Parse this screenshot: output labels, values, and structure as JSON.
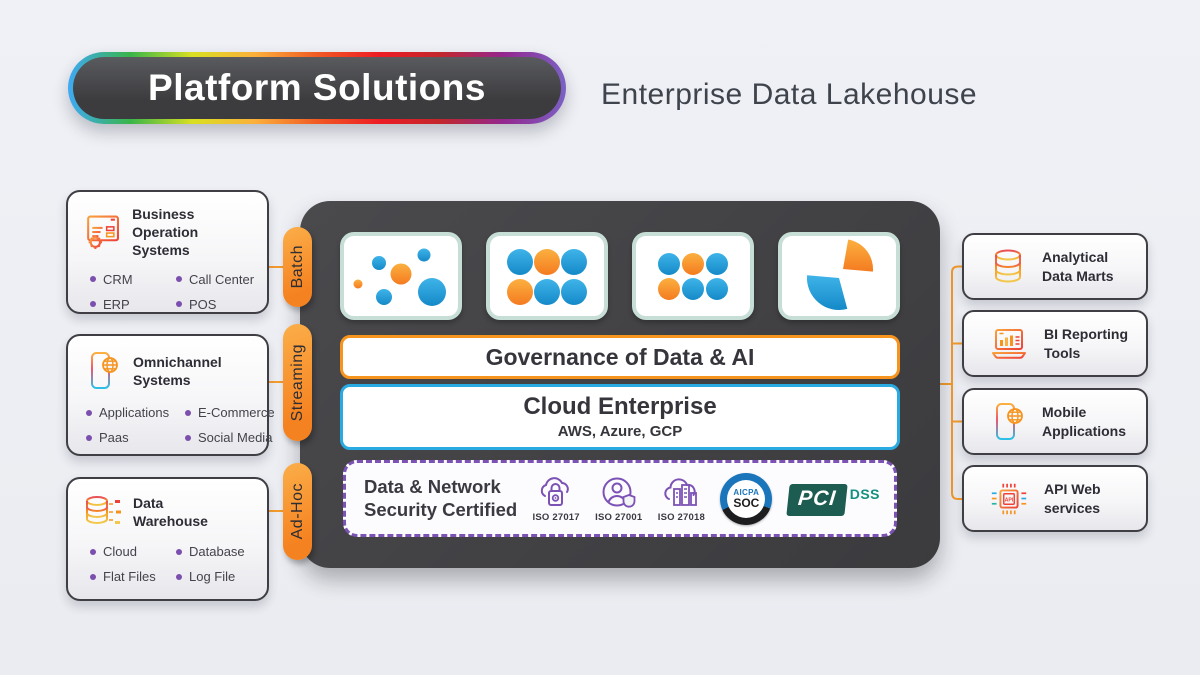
{
  "header": {
    "badge": "Platform Solutions",
    "title": "Enterprise Data Lakehouse"
  },
  "left_boxes": [
    {
      "title_lines": [
        "Business",
        "Operation Systems"
      ],
      "icon": "operations-window-icon",
      "items": [
        "CRM",
        "Call Center",
        "ERP",
        "POS"
      ],
      "tag": "Batch"
    },
    {
      "title_lines": [
        "Omnichannel",
        "Systems"
      ],
      "icon": "omnichannel-phone-icon",
      "items": [
        "Applications",
        "E-Commerce",
        "Paas",
        "Social Media"
      ],
      "tag": "Streaming"
    },
    {
      "title_lines": [
        "Data",
        "Warehouse"
      ],
      "icon": "data-warehouse-icon",
      "items": [
        "Cloud",
        "Database",
        "Flat Files",
        "Log File"
      ],
      "tag": "Ad-Hoc"
    }
  ],
  "platform": {
    "logo_cards": [
      "scatter-dots-logo",
      "dots-grid-logo",
      "dots-grid-small-logo",
      "pie-segments-logo"
    ],
    "governance_label": "Governance of Data & AI",
    "cloud_title": "Cloud Enterprise",
    "cloud_subtitle": "AWS, Azure, GCP",
    "security": {
      "title_lines": [
        "Data & Network",
        "Security Certified"
      ],
      "iso_labels": [
        "ISO 27017",
        "ISO 27001",
        "ISO 27018"
      ],
      "aicpa": {
        "org": "AICPA",
        "type": "SOC"
      },
      "pci": {
        "name": "PCI",
        "suffix": "DSS"
      }
    }
  },
  "right_boxes": [
    {
      "title_lines": [
        "Analytical",
        "Data Marts"
      ],
      "icon": "analytical-data-marts-icon"
    },
    {
      "title_lines": [
        "BI Reporting",
        "Tools"
      ],
      "icon": "bi-reporting-icon"
    },
    {
      "title_lines": [
        "Mobile",
        "Applications"
      ],
      "icon": "mobile-applications-icon"
    },
    {
      "title_lines": [
        "API Web",
        "services"
      ],
      "icon": "api-chip-icon"
    }
  ],
  "colors": {
    "accent_orange": "#F7941E",
    "accent_blue": "#29ABE2",
    "accent_purple": "#7C52B5",
    "mint_border": "#C7DED6",
    "panel_dark": "#3E3E41",
    "pci_green": "#1D5C50",
    "aicpa_blue": "#1B75BB"
  }
}
